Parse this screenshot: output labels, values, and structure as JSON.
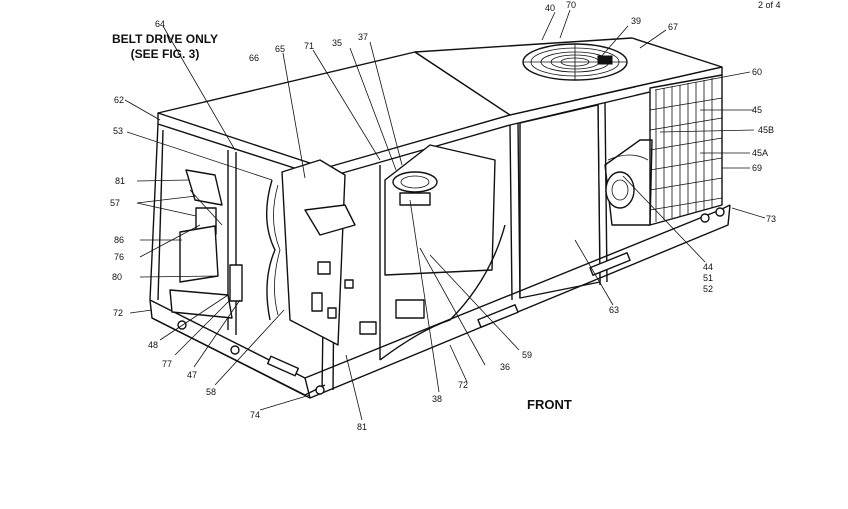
{
  "header": {
    "corner_mark": "2 of 4"
  },
  "callout": {
    "line1": "BELT DRIVE ONLY",
    "line2": "(SEE FIG. 3)"
  },
  "front_label": "FRONT",
  "labels": {
    "l40": "40",
    "l70": "70",
    "l39": "39",
    "l67": "67",
    "l60": "60",
    "l64": "64",
    "l66": "66",
    "l65": "65",
    "l71": "71",
    "l35": "35",
    "l37": "37",
    "l62": "62",
    "l53": "53",
    "l45": "45",
    "l45B": "45B",
    "l45A": "45A",
    "l69": "69",
    "l81a": "81",
    "l57": "57",
    "l86": "86",
    "l76": "76",
    "l80": "80",
    "l73": "73",
    "l44": "44",
    "l51": "51",
    "l52": "52",
    "l72a": "72",
    "l63": "63",
    "l48": "48",
    "l77": "77",
    "l47": "47",
    "l59": "59",
    "l36": "36",
    "l72b": "72",
    "l58": "58",
    "l38": "38",
    "l74": "74",
    "l81b": "81"
  }
}
